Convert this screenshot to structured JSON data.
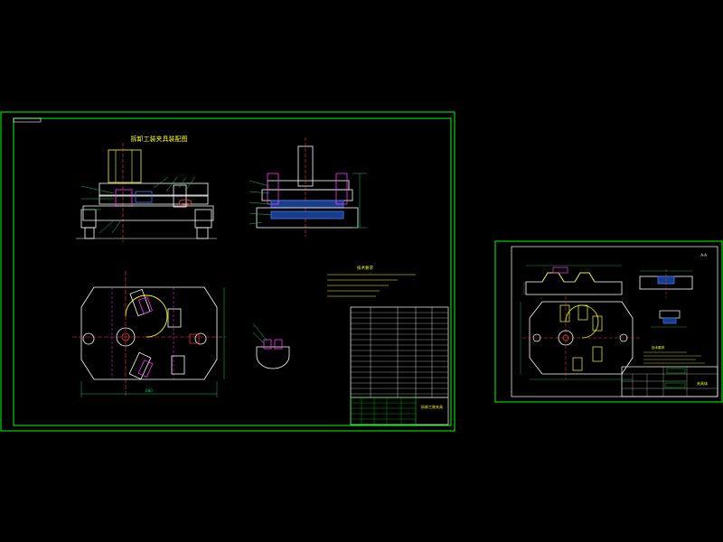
{
  "colors": {
    "background": "#000000",
    "frame": "#00ff00",
    "outline": "#ffffff",
    "center": "#ff3b3b",
    "dim": "#00d060",
    "accent": "#ffff00",
    "blue": "#3a7cff",
    "cyan": "#00ffff",
    "magenta": "#ff33ff"
  },
  "sheet_main": {
    "title": "拆卸工装夹具装配图",
    "notes_heading": "技术要求",
    "dim_width": "880",
    "title_block_name": "拆卸工装夹具"
  },
  "sheet_detail": {
    "section_label": "A-A",
    "notes_heading": "技术要求",
    "title_block_name": "夹具体"
  }
}
